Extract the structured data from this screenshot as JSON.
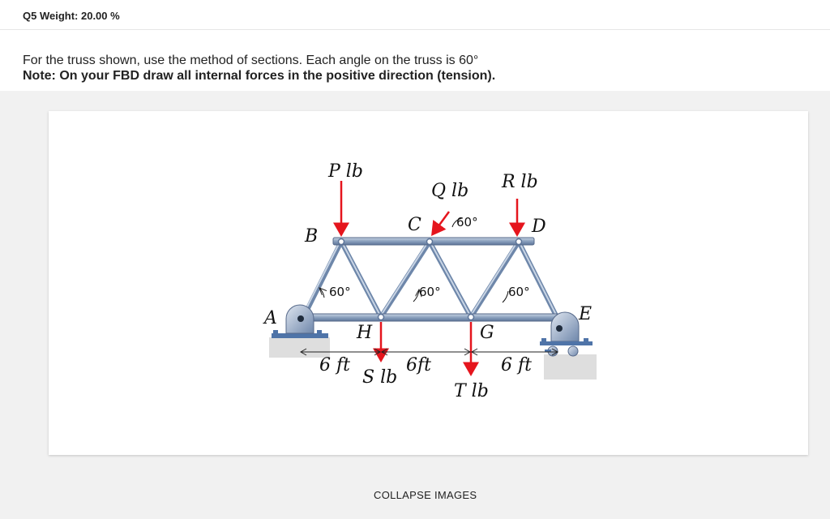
{
  "question": {
    "weight_label": "Q5 Weight: 20.00 %",
    "prompt": "For the truss shown, use the method of sections. Each angle on the truss is 60°",
    "note": "Note: On your FBD draw all internal forces in the positive direction (tension)."
  },
  "figure": {
    "nodes": {
      "A": "A",
      "B": "B",
      "C": "C",
      "D": "D",
      "E": "E",
      "G": "G",
      "H": "H"
    },
    "loads": {
      "P": "P lb",
      "Q": "Q lb",
      "R": "R lb",
      "S": "S lb",
      "T": "T lb"
    },
    "angles": {
      "a1": "60°",
      "a2": "60°",
      "a3": "60°",
      "a4": "60°"
    },
    "dimensions": {
      "d1": "6 ft",
      "d2": "6ft",
      "d3": "6 ft"
    },
    "colors": {
      "member": "#7f96b6",
      "load": "#e5151d",
      "support": "#4f74a8"
    }
  },
  "actions": {
    "collapse_label": "COLLAPSE IMAGES"
  }
}
